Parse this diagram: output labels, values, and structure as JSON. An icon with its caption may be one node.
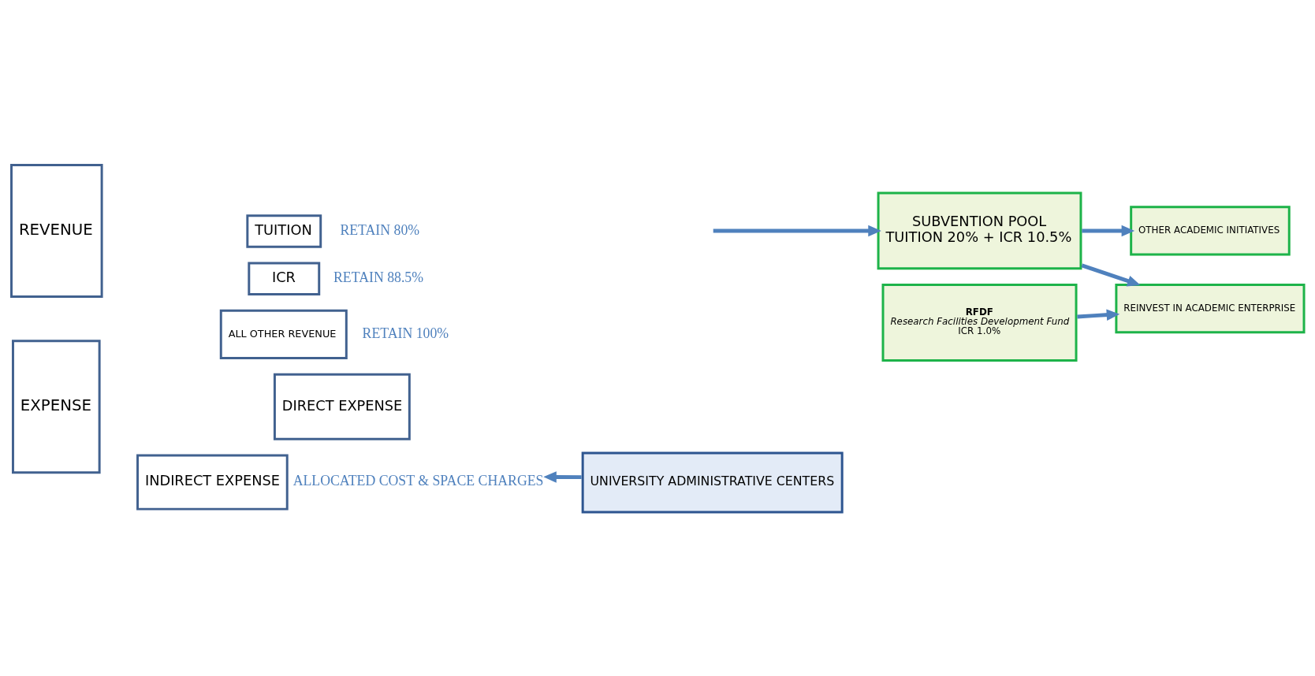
{
  "diagram": {
    "nodes": [
      {
        "text": [
          "REVENUE"
        ]
      },
      {
        "text": [
          "TUITION"
        ],
        "beside": [
          "RETAIN 80%"
        ]
      },
      {
        "text": [
          "ICR"
        ],
        "beside": [
          "RETAIN 88.5%"
        ]
      },
      {
        "text": [
          "ALL OTHER REVENUE"
        ],
        "beside": [
          "RETAIN 100%"
        ]
      },
      {
        "text": [
          "SUBVENTION POOL",
          "TUITION 20% + ICR 10.5%"
        ]
      },
      {
        "text": [
          "RFDF",
          "Research Facilities Development Fund",
          "ICR 1.0%"
        ]
      },
      {
        "text": [
          "OTHER ACADEMIC INITIATIVES"
        ]
      },
      {
        "text": [
          "REINVEST IN ACADEMIC ENTERPRISE"
        ]
      },
      {
        "text": [
          "EXPENSE"
        ]
      },
      {
        "text": [
          "DIRECT EXPENSE"
        ]
      },
      {
        "text": [
          "INDIRECT EXPENSE"
        ],
        "beside": [
          "ALLOCATED COST & SPACE CHARGES"
        ]
      },
      {
        "text": [
          "UNIVERSITY ADMINISTRATIVE CENTERS"
        ]
      }
    ],
    "edges": [
      {
        "from": null,
        "to": 4,
        "arrow": "to"
      },
      {
        "from": 4,
        "to": 6,
        "arrow": "to"
      },
      {
        "from": 4,
        "to": 7,
        "arrow": "to"
      },
      {
        "from": 5,
        "to": 7,
        "arrow": "to"
      },
      {
        "from": 11,
        "to": 10,
        "arrow": "to"
      }
    ]
  }
}
